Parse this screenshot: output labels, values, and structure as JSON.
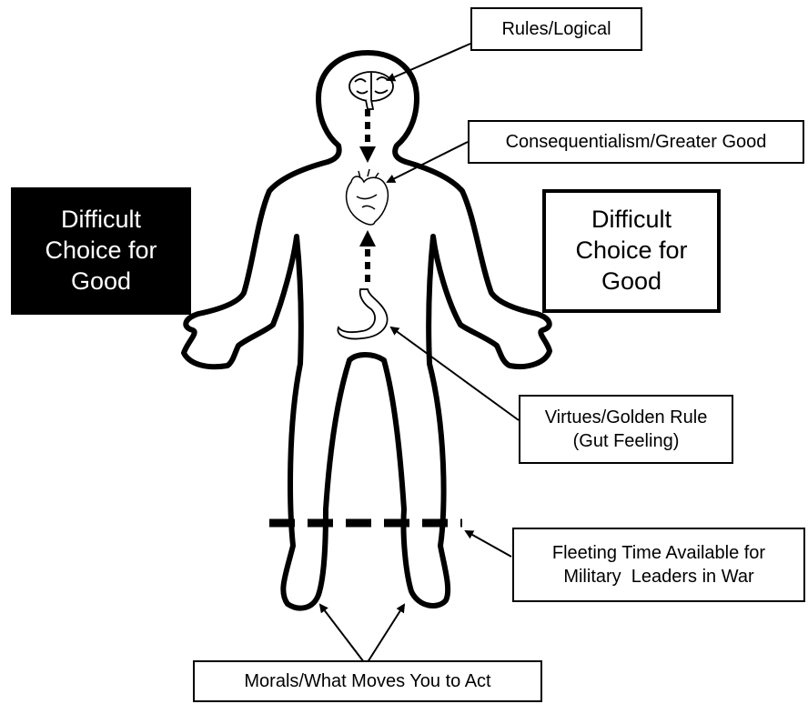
{
  "labels": {
    "rules": "Rules/Logical",
    "consequentialism": "Consequentialism/Greater Good",
    "virtues_line1": "Virtues/Golden Rule",
    "virtues_line2": "(Gut Feeling)",
    "fleeting_line1": "Fleeting Time Available for",
    "fleeting_line2": "Military  Leaders in War",
    "morals": "Morals/What Moves You to Act"
  },
  "choice_left": {
    "lines": [
      "Difficult",
      "Choice for",
      "Good"
    ],
    "background": "#000000",
    "text_color": "#ffffff"
  },
  "choice_right": {
    "lines": [
      "Difficult",
      "Choice for",
      "Good"
    ],
    "background": "#ffffff",
    "text_color": "#000000"
  },
  "icons": [
    "brain-icon",
    "heart-icon",
    "stomach-icon"
  ]
}
